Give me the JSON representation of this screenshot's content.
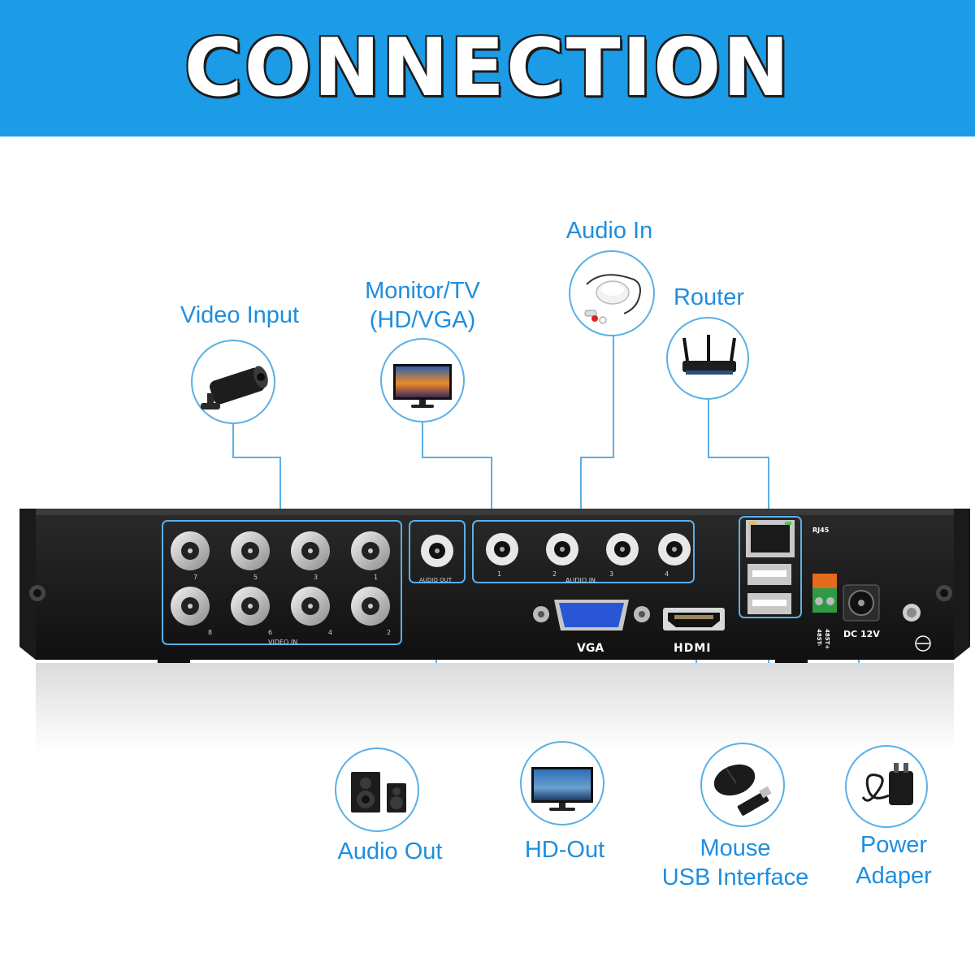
{
  "banner": {
    "title": "CONNECTION",
    "color": "#1c9be6"
  },
  "accent_color": "#1e8ede",
  "connections": {
    "video_input": {
      "label": "Video Input",
      "icon": "cctv-camera-icon"
    },
    "monitor_tv": {
      "label_line1": "Monitor/TV",
      "label_line2": "(HD/VGA)",
      "icon": "monitor-icon"
    },
    "audio_in": {
      "label": "Audio In",
      "icon": "microphone-icon"
    },
    "router": {
      "label": "Router",
      "icon": "router-icon"
    },
    "audio_out": {
      "label": "Audio Out",
      "icon": "speakers-icon"
    },
    "hd_out": {
      "label": "HD-Out",
      "icon": "monitor-icon"
    },
    "mouse_usb": {
      "label_line1": "Mouse",
      "label_line2": "USB Interface",
      "icon": "mouse-icon"
    },
    "power": {
      "label_line1": "Power",
      "label_line2": "Adaper",
      "icon": "power-adapter-icon"
    }
  },
  "dvr_panel": {
    "video_in_label": "VIDEO IN",
    "video_in_top_numbers": [
      "7",
      "5",
      "3",
      "1"
    ],
    "video_in_bottom_numbers": [
      "8",
      "6",
      "4",
      "2"
    ],
    "audio_out_label": "AUDIO OUT",
    "audio_in_label": "AUDIO IN",
    "audio_in_numbers": [
      "1",
      "2",
      "3",
      "4"
    ],
    "vga_label": "VGA",
    "hdmi_label": "HDMI",
    "rj45_label": "RJ45",
    "rs485_minus": "485T-",
    "rs485_plus": "485T+",
    "dc_label": "DC 12V"
  }
}
